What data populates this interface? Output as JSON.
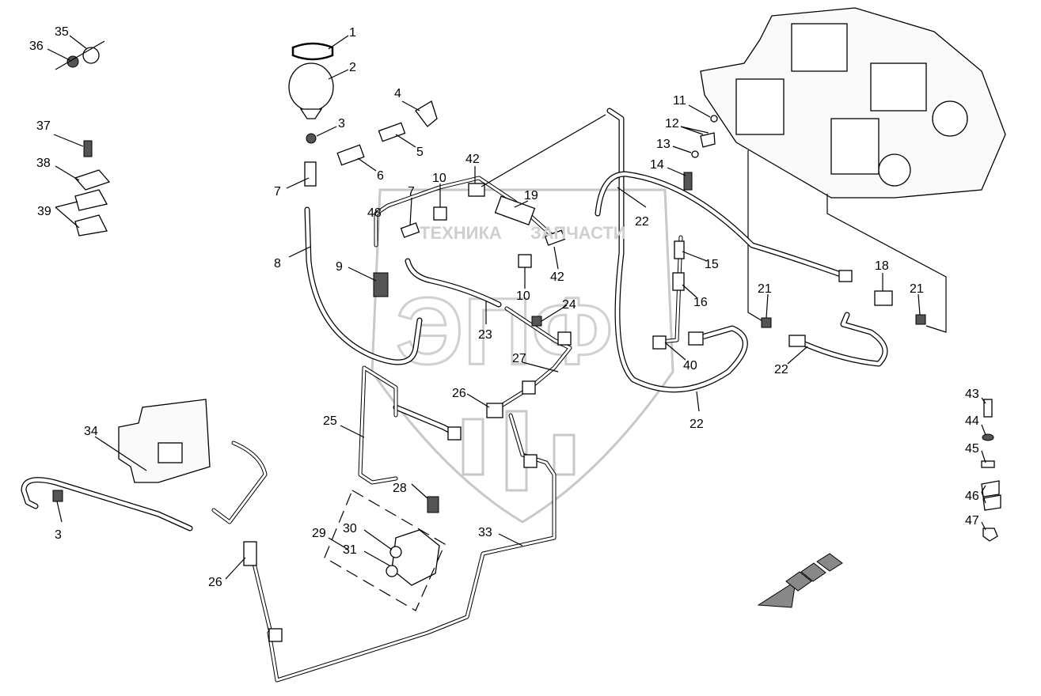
{
  "watermark": {
    "line1": "ТЕХНИКА",
    "line2": "ЗАПЧАСТИ",
    "logo": "ЭПФ"
  },
  "callouts": [
    {
      "id": "c1",
      "label": "1"
    },
    {
      "id": "c2",
      "label": "2"
    },
    {
      "id": "c3a",
      "label": "3"
    },
    {
      "id": "c4",
      "label": "4"
    },
    {
      "id": "c5",
      "label": "5"
    },
    {
      "id": "c6",
      "label": "6"
    },
    {
      "id": "c7a",
      "label": "7"
    },
    {
      "id": "c8",
      "label": "8"
    },
    {
      "id": "c9",
      "label": "9"
    },
    {
      "id": "c10a",
      "label": "10"
    },
    {
      "id": "c7b",
      "label": "7"
    },
    {
      "id": "c42a",
      "label": "42"
    },
    {
      "id": "c48",
      "label": "48"
    },
    {
      "id": "c19",
      "label": "19"
    },
    {
      "id": "c42b",
      "label": "42"
    },
    {
      "id": "c10b",
      "label": "10"
    },
    {
      "id": "c23",
      "label": "23"
    },
    {
      "id": "c24",
      "label": "24"
    },
    {
      "id": "c27",
      "label": "27"
    },
    {
      "id": "c26a",
      "label": "26"
    },
    {
      "id": "c25",
      "label": "25"
    },
    {
      "id": "c28",
      "label": "28"
    },
    {
      "id": "c29",
      "label": "29"
    },
    {
      "id": "c30",
      "label": "30"
    },
    {
      "id": "c31",
      "label": "31"
    },
    {
      "id": "c33",
      "label": "33"
    },
    {
      "id": "c34",
      "label": "34"
    },
    {
      "id": "c3b",
      "label": "3"
    },
    {
      "id": "c26b",
      "label": "26"
    },
    {
      "id": "c22a",
      "label": "22"
    },
    {
      "id": "c22b",
      "label": "22"
    },
    {
      "id": "c22c",
      "label": "22"
    },
    {
      "id": "c40",
      "label": "40"
    },
    {
      "id": "c15",
      "label": "15"
    },
    {
      "id": "c16",
      "label": "16"
    },
    {
      "id": "c18",
      "label": "18"
    },
    {
      "id": "c21a",
      "label": "21"
    },
    {
      "id": "c21b",
      "label": "21"
    },
    {
      "id": "c11",
      "label": "11"
    },
    {
      "id": "c12",
      "label": "12"
    },
    {
      "id": "c13",
      "label": "13"
    },
    {
      "id": "c14",
      "label": "14"
    },
    {
      "id": "c35",
      "label": "35"
    },
    {
      "id": "c36",
      "label": "36"
    },
    {
      "id": "c37",
      "label": "37"
    },
    {
      "id": "c38",
      "label": "38"
    },
    {
      "id": "c39",
      "label": "39"
    },
    {
      "id": "c43",
      "label": "43"
    },
    {
      "id": "c44",
      "label": "44"
    },
    {
      "id": "c45",
      "label": "45"
    },
    {
      "id": "c46",
      "label": "46"
    },
    {
      "id": "c47",
      "label": "47"
    }
  ]
}
